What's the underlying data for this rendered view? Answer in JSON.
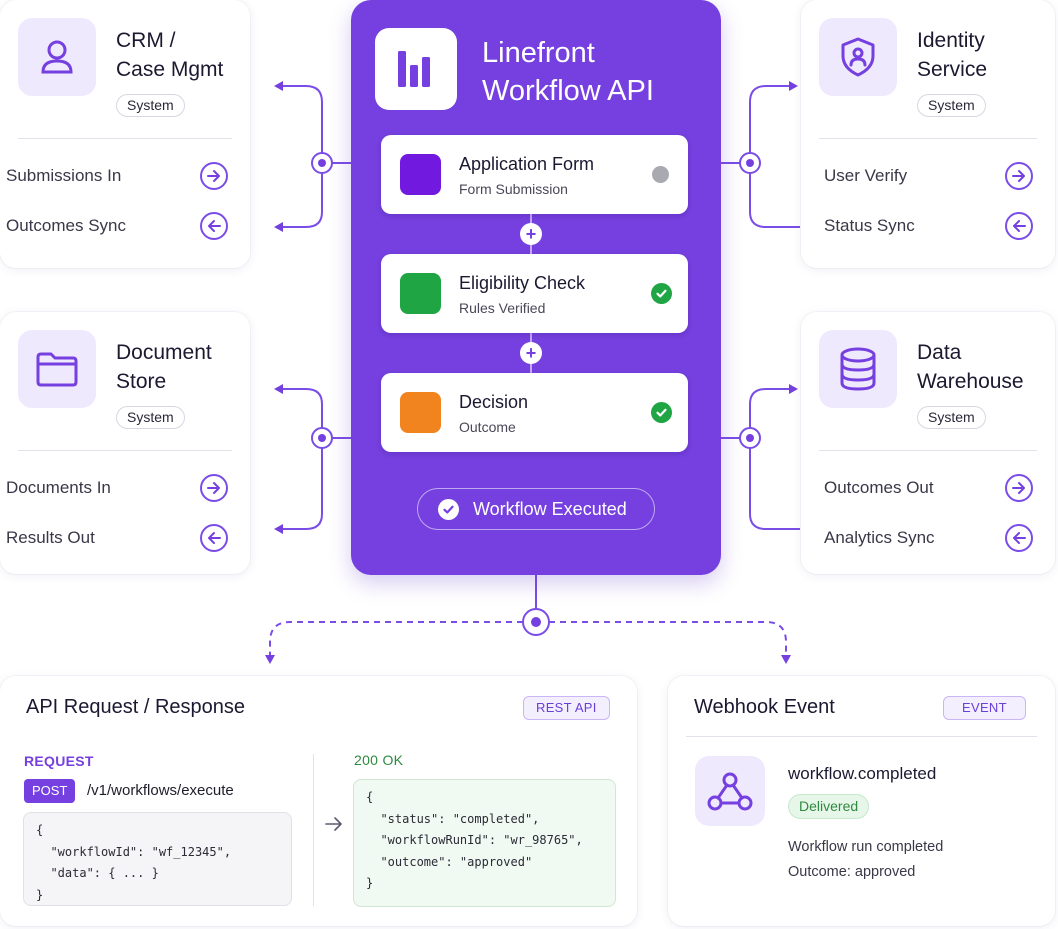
{
  "colors": {
    "primary": "#7540df",
    "primary_light": "#efe9fd",
    "step_form": "#7219e0",
    "step_eligibility": "#1fa544",
    "step_decision": "#f2841f",
    "status_ok": "#1fa544",
    "status_pending": "#a9a9b2",
    "ok_text": "#2e8a40"
  },
  "main": {
    "title": "Linefront\nWorkflow API",
    "logo_icon": "bar-chart-icon",
    "steps": [
      {
        "title": "Application Form",
        "subtitle": "Form Submission",
        "status": "pending"
      },
      {
        "title": "Eligibility Check",
        "subtitle": "Rules Verified",
        "status": "done"
      },
      {
        "title": "Decision",
        "subtitle": "Outcome",
        "status": "done"
      }
    ],
    "executed_label": "Workflow Executed"
  },
  "systems": {
    "crm": {
      "title": "CRM /\nCase Mgmt",
      "badge": "System",
      "icon": "user-icon",
      "rows": [
        {
          "label": "Submissions In",
          "direction": "in"
        },
        {
          "label": "Outcomes Sync",
          "direction": "out"
        }
      ]
    },
    "identity": {
      "title": "Identity\nService",
      "badge": "System",
      "icon": "shield-user-icon",
      "rows": [
        {
          "label": "User Verify",
          "direction": "in"
        },
        {
          "label": "Status Sync",
          "direction": "out"
        }
      ]
    },
    "document": {
      "title": "Document\nStore",
      "badge": "System",
      "icon": "folder-icon",
      "rows": [
        {
          "label": "Documents In",
          "direction": "in"
        },
        {
          "label": "Results Out",
          "direction": "out"
        }
      ]
    },
    "warehouse": {
      "title": "Data\nWarehouse",
      "badge": "System",
      "icon": "database-icon",
      "rows": [
        {
          "label": "Outcomes Out",
          "direction": "in"
        },
        {
          "label": "Analytics Sync",
          "direction": "out"
        }
      ]
    }
  },
  "api": {
    "title": "API Request / Response",
    "tag": "REST API",
    "request_label": "REQUEST",
    "method": "POST",
    "path": "/v1/workflows/execute",
    "request_body": "{\n  \"workflowId\": \"wf_12345\",\n  \"data\": { ... }\n}",
    "response_status": "200 OK",
    "response_body": "{\n  \"status\": \"completed\",\n  \"workflowRunId\": \"wr_98765\",\n  \"outcome\": \"approved\"\n}"
  },
  "webhook": {
    "title": "Webhook Event",
    "tag": "EVENT",
    "event_name": "workflow.completed",
    "status": "Delivered",
    "line1": "Workflow run completed",
    "line2": "Outcome: approved",
    "icon": "webhook-icon"
  }
}
